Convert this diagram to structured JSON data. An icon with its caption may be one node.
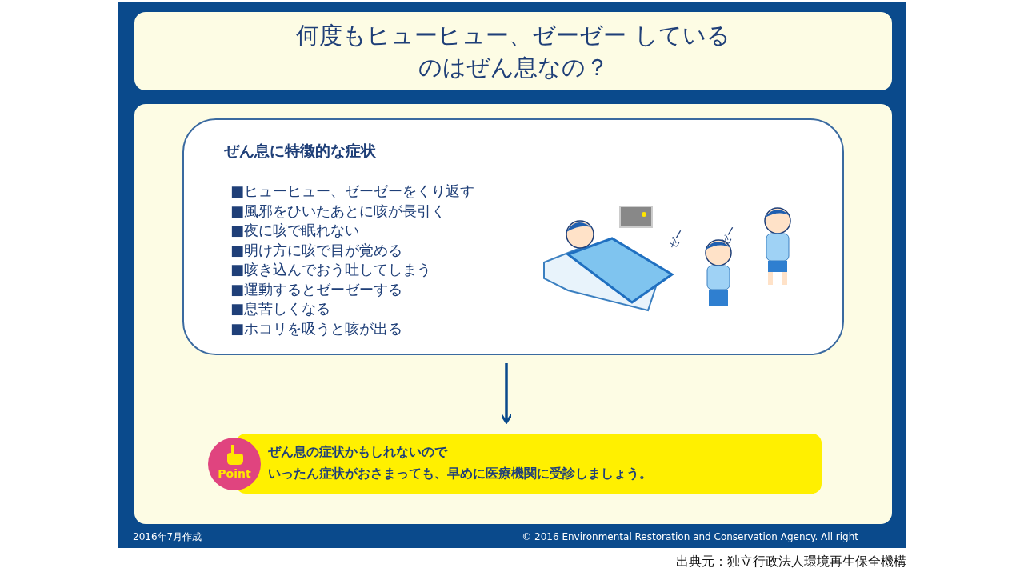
{
  "diagram": {
    "title": "何度もヒューヒュー、ゼーゼー しているのはぜん息なの？",
    "nodes": [
      {
        "text": [
          "ぜん息に特徴的な症状",
          "■ヒューヒュー、ゼーゼーをくり返す",
          "■風邪をひいたあとに咳が長引く",
          "■夜に咳で眠れない",
          "■明け方に咳で目が覚める",
          "■咳き込んでおう吐してしまう",
          "■運動するとゼーゼーする",
          "■息苦しくなる",
          "■ホコリを吸うと咳が出る"
        ]
      },
      {
        "text": [
          "ぜん息の症状かもしれないので",
          "いったん症状がおさまっても、早めに医療機関に受診しましょう。"
        ]
      },
      {
        "text": [
          "Point"
        ]
      }
    ],
    "edges": [
      {
        "from": 0,
        "to": 1,
        "arrow": "to"
      }
    ],
    "labels": [
      "ゼー",
      "ゼー",
      "2016年7月作成",
      "© 2016 Environmental Restoration and Conservation Agency. All right",
      "出典元：独立行政法人環境再生保全機構"
    ]
  }
}
